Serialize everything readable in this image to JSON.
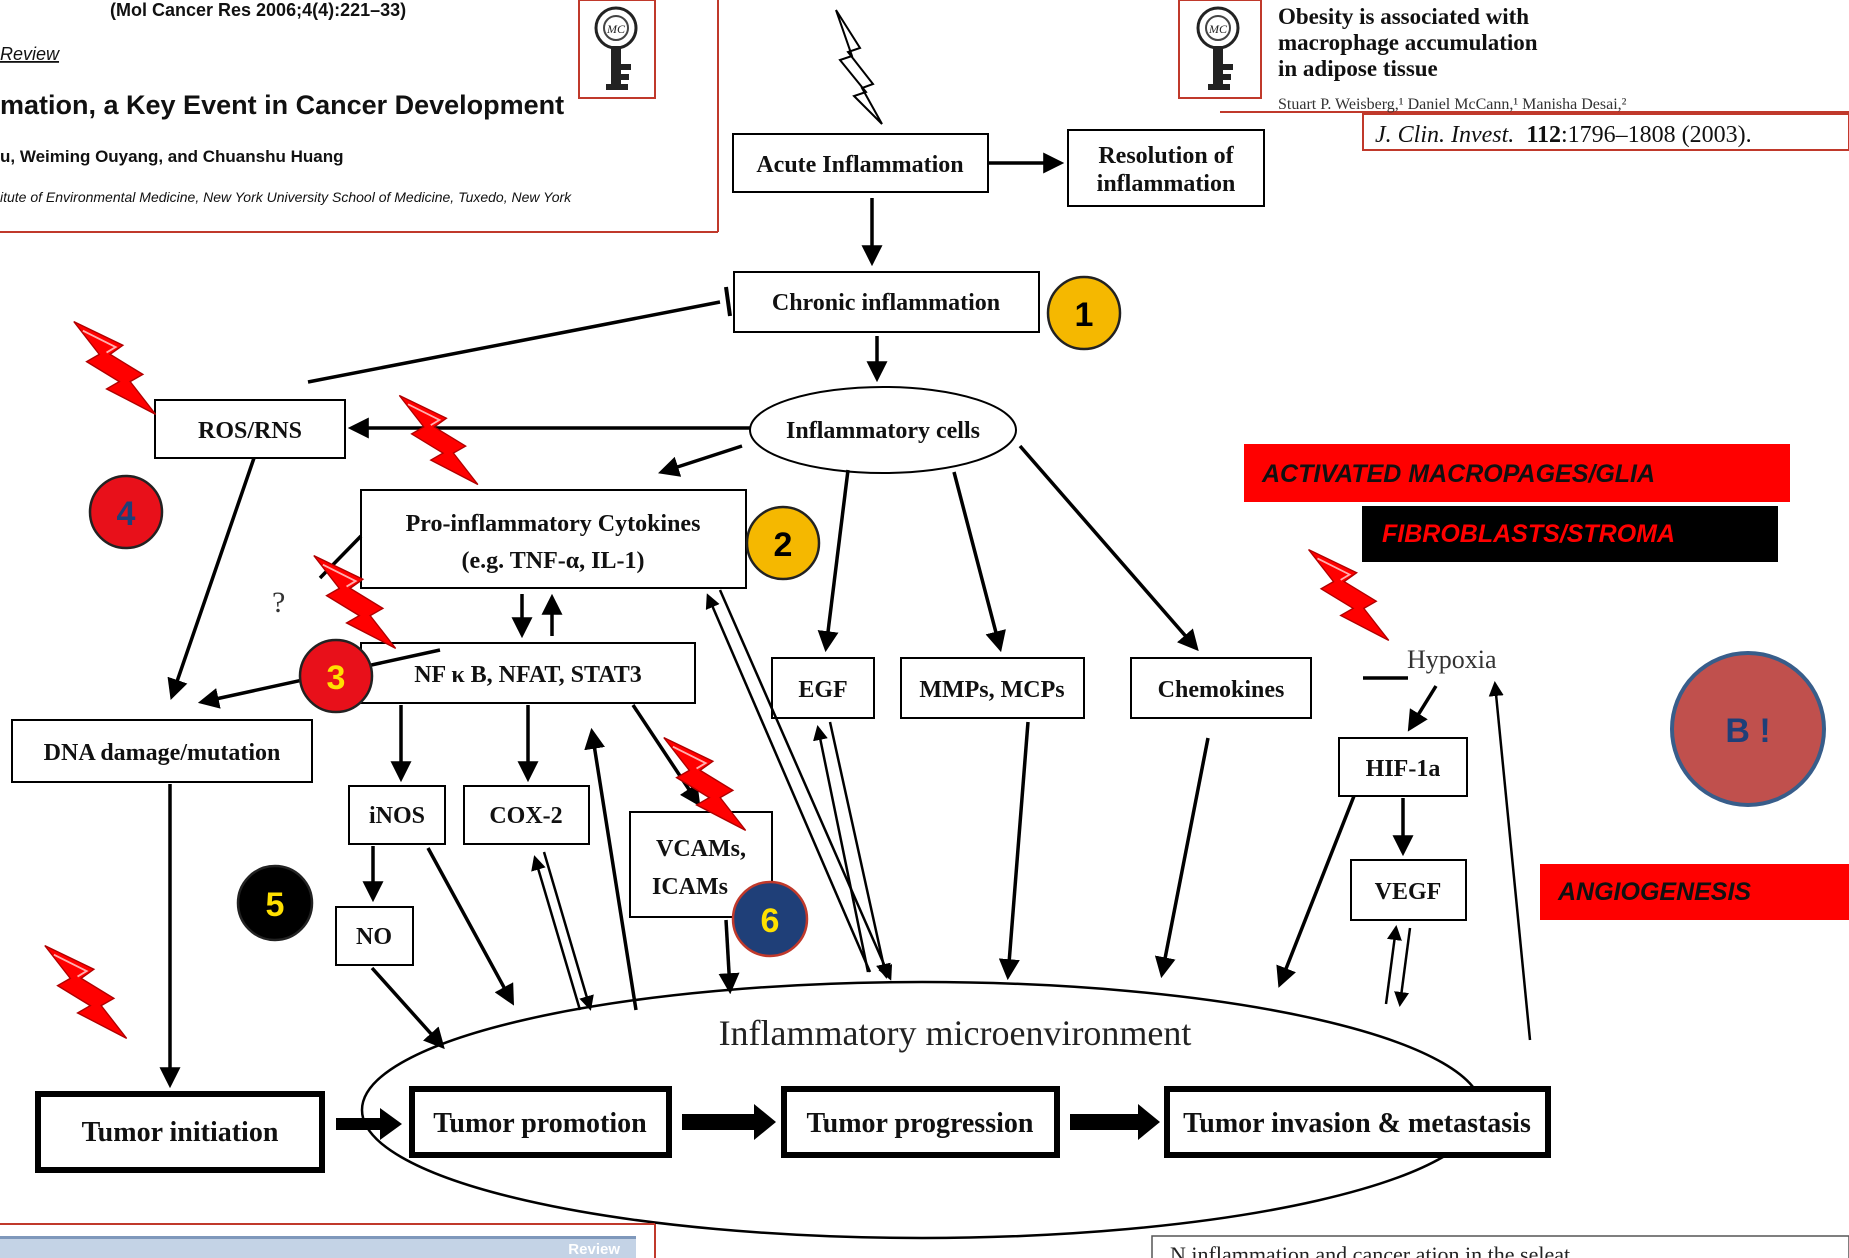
{
  "citations": {
    "left": {
      "journal": "(Mol Cancer Res 2006;4(4):221–33)",
      "section": "Review",
      "title": "mation, a Key Event in Cancer Development",
      "authors": "u, Weiming Ouyang, and Chuanshu Huang",
      "affiliation": "itute of Environmental Medicine, New York University School of Medicine, Tuxedo, New York"
    },
    "right": {
      "title_line1": "Obesity is associated with",
      "title_line2": "macrophage accumulation",
      "title_line3": "in adipose tissue",
      "authors": "Stuart P. Weisberg,¹ Daniel McCann,¹ Manisha Desai,²",
      "journal": "J. Clin. Invest.",
      "volume": "112",
      "pages": ":1796–1808 (2003)."
    },
    "bottom_left_review": "Review",
    "bottom_right_fragment": "N   inflammation and cancer ation in the seleat"
  },
  "nodes": {
    "acute": "Acute Inflammation",
    "resolution_1": "Resolution of",
    "resolution_2": "inflammation",
    "chronic": "Chronic inflammation",
    "inflammatory_cells": "Inflammatory cells",
    "ros": "ROS/RNS",
    "cytokines_1": "Pro-inflammatory Cytokines",
    "cytokines_2": "(e.g. TNF-α, IL-1)",
    "nfkb": "NF κ B, NFAT, STAT3",
    "dna": "DNA damage/mutation",
    "question": "?",
    "inos": "iNOS",
    "cox2": "COX-2",
    "vcams_1": "VCAMs,",
    "vcams_2": "ICAMs",
    "no": "NO",
    "egf": "EGF",
    "mmps": "MMPs, MCPs",
    "chemokines": "Chemokines",
    "hypoxia": "Hypoxia",
    "hif": "HIF-1a",
    "vegf": "VEGF",
    "microenv": "Inflammatory microenvironment",
    "initiation": "Tumor initiation",
    "promotion": "Tumor promotion",
    "progression": "Tumor progression",
    "invasion": "Tumor invasion & metastasis"
  },
  "banners": {
    "macrophages": "ACTIVATED MACROPAGES/GLIA",
    "fibroblasts": "FIBROBLASTS/STROMA",
    "angiogenesis": "ANGIOGENESIS"
  },
  "badges": {
    "b1": "1",
    "b2": "2",
    "b3": "3",
    "b4": "4",
    "b5": "5",
    "b6": "6",
    "b_bang": "B !"
  },
  "colors": {
    "badge_yellow": "#f5b800",
    "badge_red": "#e8101a",
    "badge_navy": "#1f3f78",
    "badge_black": "#000000",
    "badge_rose": "#c0504d",
    "banner_red": "#ff0000",
    "banner_black": "#000000",
    "lightning": "#ff0000"
  },
  "icons": [
    "key-logo-icon",
    "lightning-bolt-icon"
  ]
}
